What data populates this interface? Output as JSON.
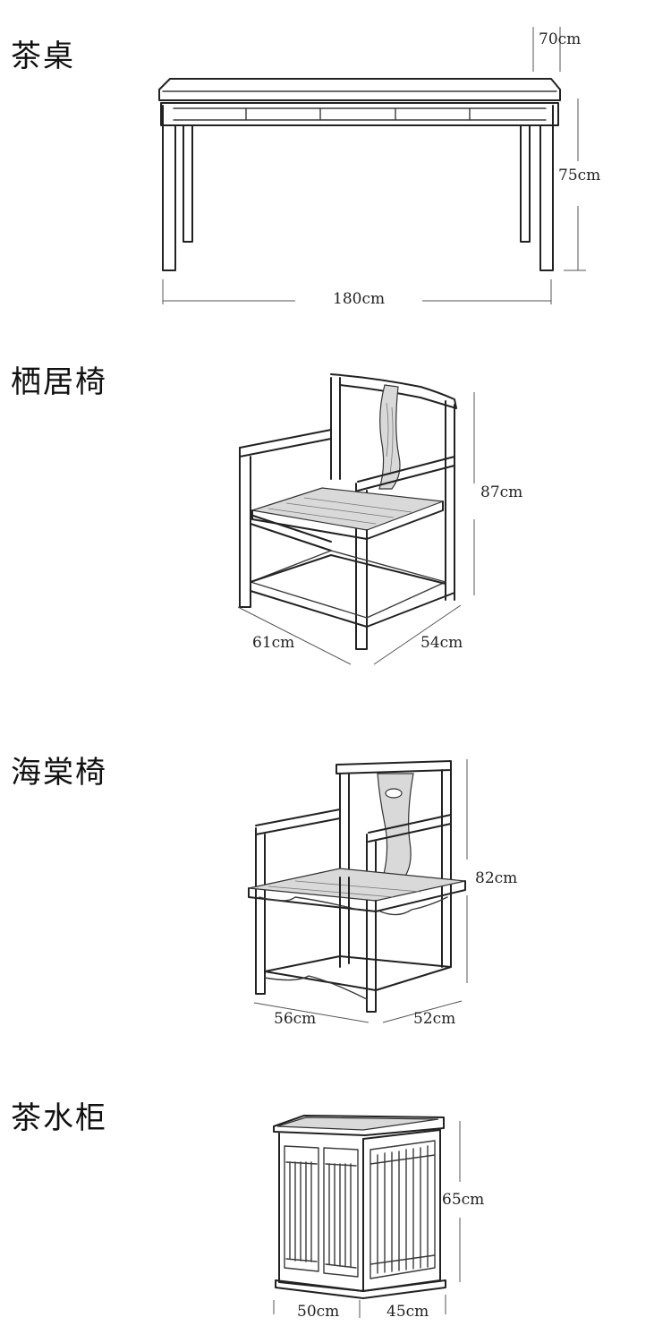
{
  "sections": {
    "tea_table": {
      "title": "茶桌",
      "dims": {
        "top": "70cm",
        "height": "75cm",
        "length": "180cm"
      }
    },
    "qiju_chair": {
      "title": "栖居椅",
      "dims": {
        "height": "87cm",
        "width": "61cm",
        "depth": "54cm"
      }
    },
    "haitang_chair": {
      "title": "海棠椅",
      "dims": {
        "height": "82cm",
        "width": "56cm",
        "depth": "52cm"
      }
    },
    "tea_cabinet": {
      "title": "茶水柜",
      "dims": {
        "height": "65cm",
        "width": "50cm",
        "depth": "45cm"
      }
    }
  }
}
